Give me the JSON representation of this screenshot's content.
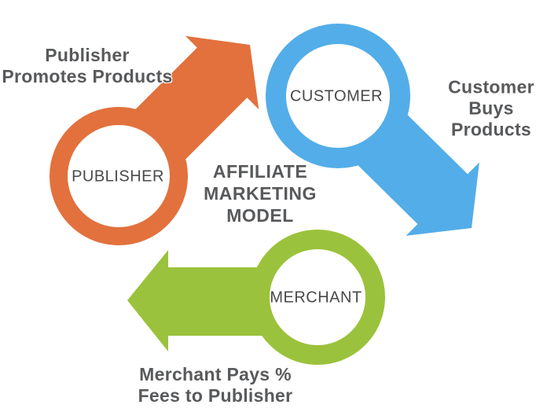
{
  "title": {
    "text": "AFFILIATE\nMARKETING\nMODEL"
  },
  "nodes": [
    {
      "id": "publisher",
      "label": "PUBLISHER",
      "color": "#E2713D"
    },
    {
      "id": "customer",
      "label": "CUSTOMER",
      "color": "#53ADE8"
    },
    {
      "id": "merchant",
      "label": "MERCHANT",
      "color": "#9BC23C"
    }
  ],
  "edges": [
    {
      "from": "publisher",
      "to": "customer",
      "label": "Publisher\nPromotes Products",
      "color": "#E2713D"
    },
    {
      "from": "customer",
      "to": "merchant",
      "label": "Customer\nBuys Products",
      "color": "#53ADE8"
    },
    {
      "from": "merchant",
      "to": "publisher",
      "label": "Merchant Pays %\nFees to Publisher",
      "color": "#9BC23C"
    }
  ],
  "colors": {
    "background": "#FFFFFF",
    "label_text": "#58595B",
    "node_text": "#48494B"
  }
}
